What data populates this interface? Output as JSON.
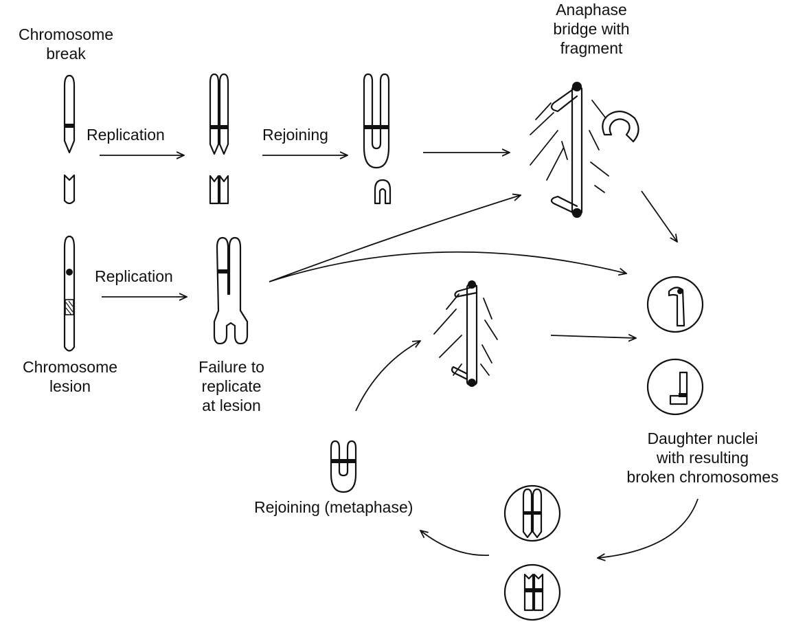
{
  "labels": {
    "chromosome_break": "Chromosome\nbreak",
    "replication_1": "Replication",
    "rejoining_1": "Rejoining",
    "anaphase_bridge": "Anaphase\nbridge with\nfragment",
    "replication_2": "Replication",
    "chromosome_lesion": "Chromosome\nlesion",
    "failure_to_replicate": "Failure to\nreplicate\nat lesion",
    "daughter_nuclei": "Daughter nuclei\nwith resulting\nbroken chromosomes",
    "rejoining_metaphase": "Rejoining  (metaphase)"
  },
  "colors": {
    "ink": "#111111",
    "background": "#ffffff"
  }
}
